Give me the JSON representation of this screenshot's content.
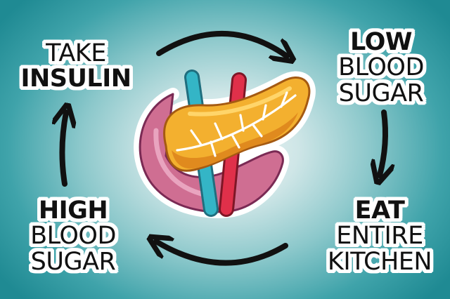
{
  "labels": {
    "top_left": {
      "line1": "TAKE",
      "line2": "INSULIN"
    },
    "top_right": {
      "line1": "LOW",
      "line2": "BLOOD",
      "line3": "SUGAR"
    },
    "bottom_left": {
      "line1": "HIGH",
      "line2": "BLOOD",
      "line3": "SUGAR"
    },
    "bottom_right": {
      "line1": "EAT",
      "line2": "ENTIRE",
      "line3": "KITCHEN"
    }
  },
  "illustration": {
    "subject": "pancreas-with-blood-vessels",
    "icons": [
      "pancreas-icon",
      "vein-icon",
      "artery-icon",
      "duodenum-icon",
      "cycle-arrow-icon"
    ]
  },
  "colors": {
    "background_center": "#eef6f6",
    "background_edge": "#1f8a93",
    "pancreas": "#f3b02f",
    "pancreas_shadow": "#e08a1e",
    "duodenum": "#cf6e92",
    "vein": "#34b5c6",
    "artery": "#e0304a",
    "arrow": "#111111",
    "text": "#111111"
  }
}
